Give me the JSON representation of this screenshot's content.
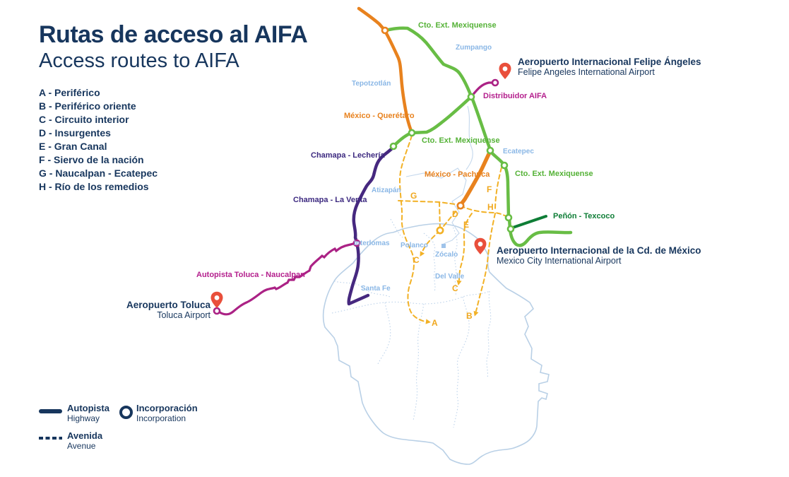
{
  "header": {
    "title": "Rutas de acceso al AIFA",
    "subtitle": "Access routes to AIFA"
  },
  "route_index": [
    "A - Periférico",
    "B - Periférico oriente",
    "C - Circuito interior",
    "D - Insurgentes",
    "E - Gran Canal",
    "F - Siervo de la nación",
    "G - Naucalpan - Ecatepec",
    "H - Río de los remedios"
  ],
  "airports": {
    "aifa": {
      "name": "Aeropuerto Internacional Felipe Ángeles",
      "name_en": "Felipe Angeles International Airport"
    },
    "mex": {
      "name": "Aeropuerto Internacional de la Cd. de México",
      "name_en": "Mexico City International Airport"
    },
    "toluca": {
      "name": "Aeropuerto Toluca",
      "name_en": "Toluca Airport"
    }
  },
  "legend": {
    "highway": {
      "label": "Autopista",
      "sublabel": "Highway"
    },
    "incorporation": {
      "label": "Incorporación",
      "sublabel": "Incorporation"
    },
    "avenue": {
      "label": "Avenida",
      "sublabel": "Avenue"
    }
  },
  "roads": {
    "cto_ext_mexiquense_top": "Cto. Ext. Mexiquense",
    "cto_ext_mexiquense_mid": "Cto. Ext. Mexiquense",
    "cto_ext_mexiquense_east": "Cto. Ext. Mexiquense",
    "mexico_queretaro": "México - Querétaro",
    "mexico_pachuca": "México - Pachuca",
    "chamapa_lecheria": "Chamapa - Lechería",
    "chamapa_la_venta": "Chamapa - La Venta",
    "autopista_toluca_naucalpan": "Autopista Toluca - Naucalpan",
    "distribuidor_aifa": "Distribuidor AIFA",
    "penon_texcoco": "Peñón - Texcoco"
  },
  "cities": [
    "Zumpango",
    "Tepotzotlán",
    "Ecatepec",
    "Atizapán",
    "Interlomas",
    "Polanco",
    "Zócalo",
    "Del Valle",
    "Santa Fe"
  ],
  "route_letters": {
    "a": "A",
    "b": "B",
    "c1": "C",
    "c2": "C",
    "d": "D",
    "e": "E",
    "f": "F",
    "g": "G",
    "h": "H"
  },
  "colors": {
    "navy": "#17365d",
    "orange": "#e8821e",
    "green": "#68bd45",
    "dark_green": "#0e7d36",
    "indigo": "#46287f",
    "magenta": "#ab2285",
    "amber": "#f2b126",
    "city_blue": "#8ab7e6",
    "boundary_blue": "#b9d0e6",
    "pin_red": "#e94f3b"
  }
}
